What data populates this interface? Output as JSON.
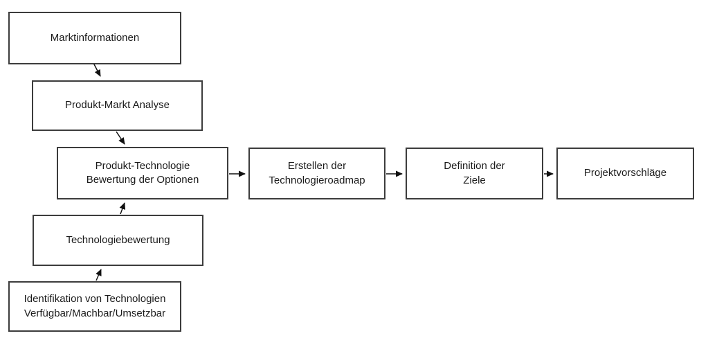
{
  "diagram": {
    "type": "flowchart",
    "colors": {
      "background": "#ffffff",
      "box_border": "#3c3c3c",
      "box_fill": "#ffffff",
      "text": "#1a1a1a",
      "arrow": "#111111"
    },
    "boxes": [
      {
        "id": "marktinformationen",
        "label": "Marktinformationen"
      },
      {
        "id": "produkt-markt-analyse",
        "label": "Produkt-Markt Analyse"
      },
      {
        "id": "produkt-technologie",
        "label": "Produkt-Technologie\nBewertung der Optionen"
      },
      {
        "id": "erstellen-roadmap",
        "label": "Erstellen der\nTechnologieroadmap"
      },
      {
        "id": "definition-ziele",
        "label": "Definition der\nZiele"
      },
      {
        "id": "projektvorschlaege",
        "label": "Projektvorschläge"
      },
      {
        "id": "technologiebewertung",
        "label": "Technologiebewertung"
      },
      {
        "id": "identifikation",
        "label": "Identifikation von Technologien\nVerfügbar/Machbar/Umsetzbar"
      }
    ],
    "connections": [
      {
        "from": "marktinformationen",
        "to": "produkt-markt-analyse"
      },
      {
        "from": "produkt-markt-analyse",
        "to": "produkt-technologie"
      },
      {
        "from": "technologiebewertung",
        "to": "produkt-technologie"
      },
      {
        "from": "identifikation",
        "to": "technologiebewertung"
      },
      {
        "from": "produkt-technologie",
        "to": "erstellen-roadmap"
      },
      {
        "from": "erstellen-roadmap",
        "to": "definition-ziele"
      },
      {
        "from": "definition-ziele",
        "to": "projektvorschlaege"
      }
    ]
  }
}
